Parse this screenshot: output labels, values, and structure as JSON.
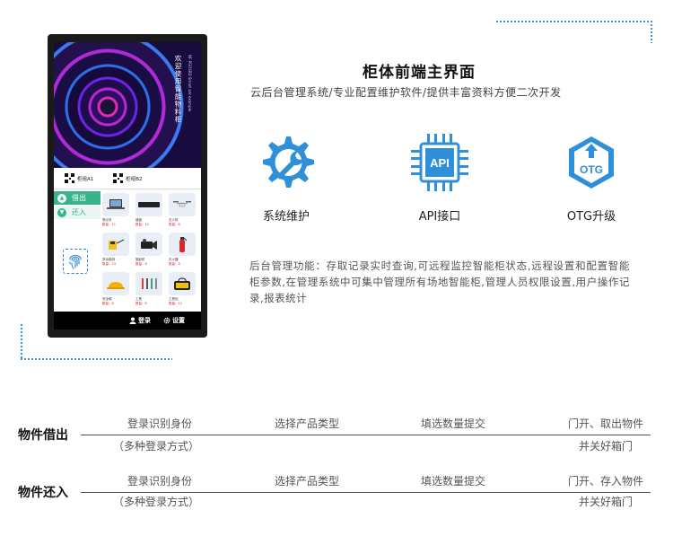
{
  "device": {
    "banner_title": "欢迎使用智能物料柜",
    "banner_subtitle": "NF PGOSRD Smart ark example",
    "groups": [
      "柜组A1",
      "柜组B2"
    ],
    "side_buttons": [
      {
        "label": "借出",
        "icon": "arrow-up-icon",
        "active": true
      },
      {
        "label": "还入",
        "icon": "arrow-down-icon",
        "active": false
      }
    ],
    "items": [
      {
        "name": "笔记本",
        "qty": "数量：11"
      },
      {
        "name": "键盘",
        "qty": "数量：12"
      },
      {
        "name": "无人机",
        "qty": "数量：8"
      },
      {
        "name": "多功能测",
        "qty": "数量：23"
      },
      {
        "name": "摄影机",
        "qty": "数量：8"
      },
      {
        "name": "灭火器",
        "qty": "数量：8"
      },
      {
        "name": "安全帽",
        "qty": "数量：8"
      },
      {
        "name": "工具",
        "qty": "数量：8"
      },
      {
        "name": "工具包",
        "qty": "数量：12"
      }
    ],
    "login_label": "登录",
    "settings_label": "设置"
  },
  "main": {
    "title": "柜体前端主界面",
    "subtitle": "云后台管理系统/专业配置维护软件/提供丰富资料方便二次开发",
    "features": [
      {
        "label": "系统维护",
        "icon": "wrench-gear-icon"
      },
      {
        "label": "API接口",
        "icon": "api-chip-icon",
        "icon_text": "API"
      },
      {
        "label": "OTG升级",
        "icon": "otg-upgrade-icon",
        "icon_text": "OTG"
      }
    ],
    "description": "后台管理功能：存取记录实时查询,可远程监控智能柜状态,远程设置和配置智能柜参数,在管理系统中可集中管理所有场地智能柜,管理人员权限设置,用户操作记录,报表统计"
  },
  "flows": [
    {
      "label": "物件借出",
      "steps": [
        "登录识别身份",
        "选择产品类型",
        "填选数量提交",
        "门开、取出物件"
      ],
      "notes": [
        "（多种登录方式）",
        "并关好箱门"
      ]
    },
    {
      "label": "物件还入",
      "steps": [
        "登录识别身份",
        "选择产品类型",
        "填选数量提交",
        "门开、存入物件"
      ],
      "notes": [
        "（多种登录方式）",
        "并关好箱门"
      ]
    }
  ],
  "colors": {
    "accent": "#2f8fd8",
    "green": "#37b48a"
  }
}
